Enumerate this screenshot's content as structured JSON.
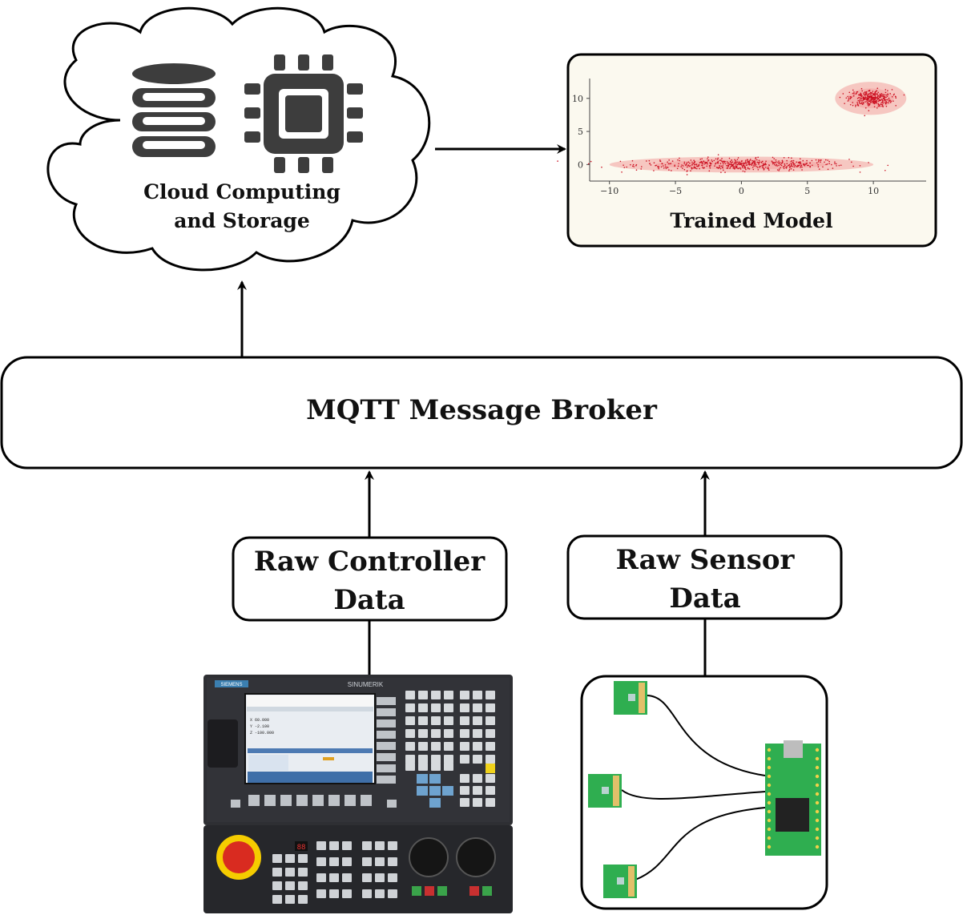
{
  "cloud": {
    "line1": "Cloud Computing",
    "line2": "and Storage",
    "icons": [
      "database-icon",
      "cpu-chip-icon"
    ]
  },
  "trained_model": {
    "label": "Trained Model"
  },
  "broker": {
    "label": "MQTT Message Broker"
  },
  "controller_data": {
    "line1": "Raw Controller",
    "line2": "Data"
  },
  "sensor_data": {
    "line1": "Raw Sensor",
    "line2": "Data"
  },
  "cnc": {
    "brand": "SIEMENS",
    "model": "SINUMERIK"
  },
  "colors": {
    "stroke": "#000000",
    "model_bg": "#fbf9ef",
    "cluster": "#f08a8a",
    "point": "#cc1122",
    "icon": "#3a3a3a",
    "pcb": "#2bb24c"
  },
  "chart_data": {
    "type": "scatter",
    "x_ticks": [
      "−10",
      "−5",
      "0",
      "5",
      "10"
    ],
    "y_ticks": [
      "0",
      "5",
      "10"
    ],
    "xlim": [
      -11.5,
      14
    ],
    "ylim": [
      -2.5,
      13
    ],
    "clusters": [
      {
        "center": [
          0,
          0
        ],
        "sx": 4,
        "sy": 0.45,
        "n": 520,
        "ellipse_rx": 10,
        "ellipse_ry": 1.2
      },
      {
        "center": [
          9.8,
          10
        ],
        "sx": 0.8,
        "sy": 0.65,
        "n": 330,
        "ellipse_rx": 2.7,
        "ellipse_ry": 2.5
      }
    ]
  }
}
